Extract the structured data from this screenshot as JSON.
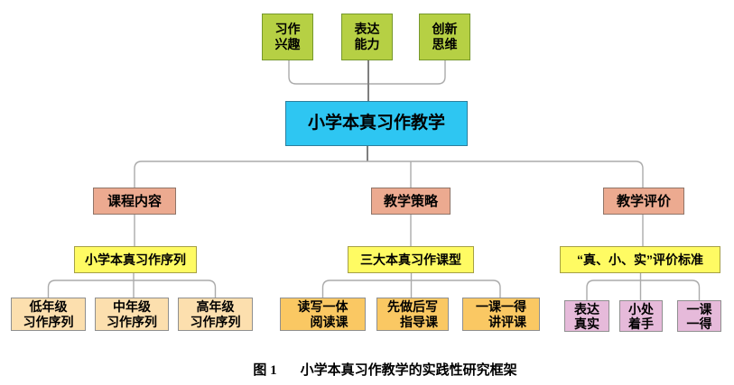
{
  "colors": {
    "background": "#ffffff",
    "text": "#000000",
    "green_fill": "#b6d044",
    "green_border": "#76982c",
    "cyan_fill": "#2ec6f2",
    "cyan_border": "#2d7f9d",
    "salmon_fill": "#ecaa90",
    "salmon_border": "#8f7468",
    "yellow_fill": "#fffb63",
    "yellow_border": "#a5a046",
    "peach_fill": "#fcdfae",
    "amber_fill": "#fac863",
    "pink_fill": "#e6bada",
    "leaf_border": "#8f8f8f",
    "connector": "#ababab",
    "stem": "#7f7f7f"
  },
  "diagram": {
    "top_factors": [
      {
        "label": "习作\n兴趣"
      },
      {
        "label": "表达\n能力"
      },
      {
        "label": "创新\n思维"
      }
    ],
    "root": {
      "label": "小学本真习作教学"
    },
    "branches": [
      {
        "label": "课程内容",
        "sub_label": "小学本真习作序列",
        "leaves": [
          "低年级\n习作序列",
          "中年级\n习作序列",
          "高年级\n习作序列"
        ]
      },
      {
        "label": "教学策略",
        "sub_label": "三大本真习作课型",
        "leaves": [
          "读写一体\n　阅读课",
          "先做后写\n　指导课",
          "一课一得\n　讲评课"
        ]
      },
      {
        "label": "教学评价",
        "sub_label": "“真、小、实”评价标准",
        "leaves": [
          "表达\n真实",
          "小处\n着手",
          "一课\n一得"
        ]
      }
    ],
    "caption": {
      "label": "图 1",
      "title": "小学本真习作教学的实践性研究框架"
    }
  }
}
